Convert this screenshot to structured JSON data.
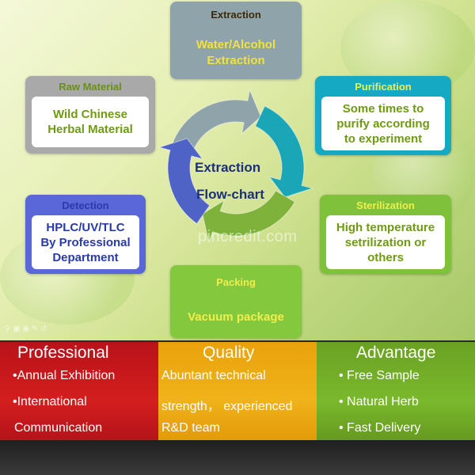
{
  "diagram": {
    "center_title_line1": "Extraction",
    "center_title_line2": "Flow-chart",
    "watermark": "pincredit.com",
    "small_icons": "⚲ ▣ ◉ ✎ ↺",
    "steps": {
      "extraction": {
        "title": "Extraction",
        "line1": "Water/Alcohol",
        "line2": "Extraction"
      },
      "raw_material": {
        "title": "Raw Material",
        "line1": "Wild Chinese",
        "line2": "Herbal Material"
      },
      "purification": {
        "title": "Purification",
        "line1": "Some times to",
        "line2": "purify according",
        "line3": "to experiment"
      },
      "detection": {
        "title": "Detection",
        "line1": "HPLC/UV/TLC",
        "line2": "By Professional",
        "line3": "Department"
      },
      "sterilization": {
        "title": "Sterilization",
        "line1": "High temperature",
        "line2": "setrilization or",
        "line3": "others"
      },
      "packing": {
        "title": "Packing",
        "line1": "Vacuum package"
      }
    },
    "arrow_colors": {
      "top": "#8fa3aa",
      "right": "#1aa6b7",
      "bottom": "#7fb23a",
      "left": "#4f63c6"
    }
  },
  "bands": {
    "professional": {
      "heading": "Professional",
      "items": [
        "•Annual Exhibition",
        "•International",
        "Communication"
      ]
    },
    "quality": {
      "heading": "Quality",
      "items": [
        "Abuntant technical",
        "strength， experienced",
        "R&D team"
      ]
    },
    "advantage": {
      "heading": "Advantage",
      "items": [
        "• Free Sample",
        "• Natural Herb",
        "• Fast Delivery"
      ]
    }
  }
}
